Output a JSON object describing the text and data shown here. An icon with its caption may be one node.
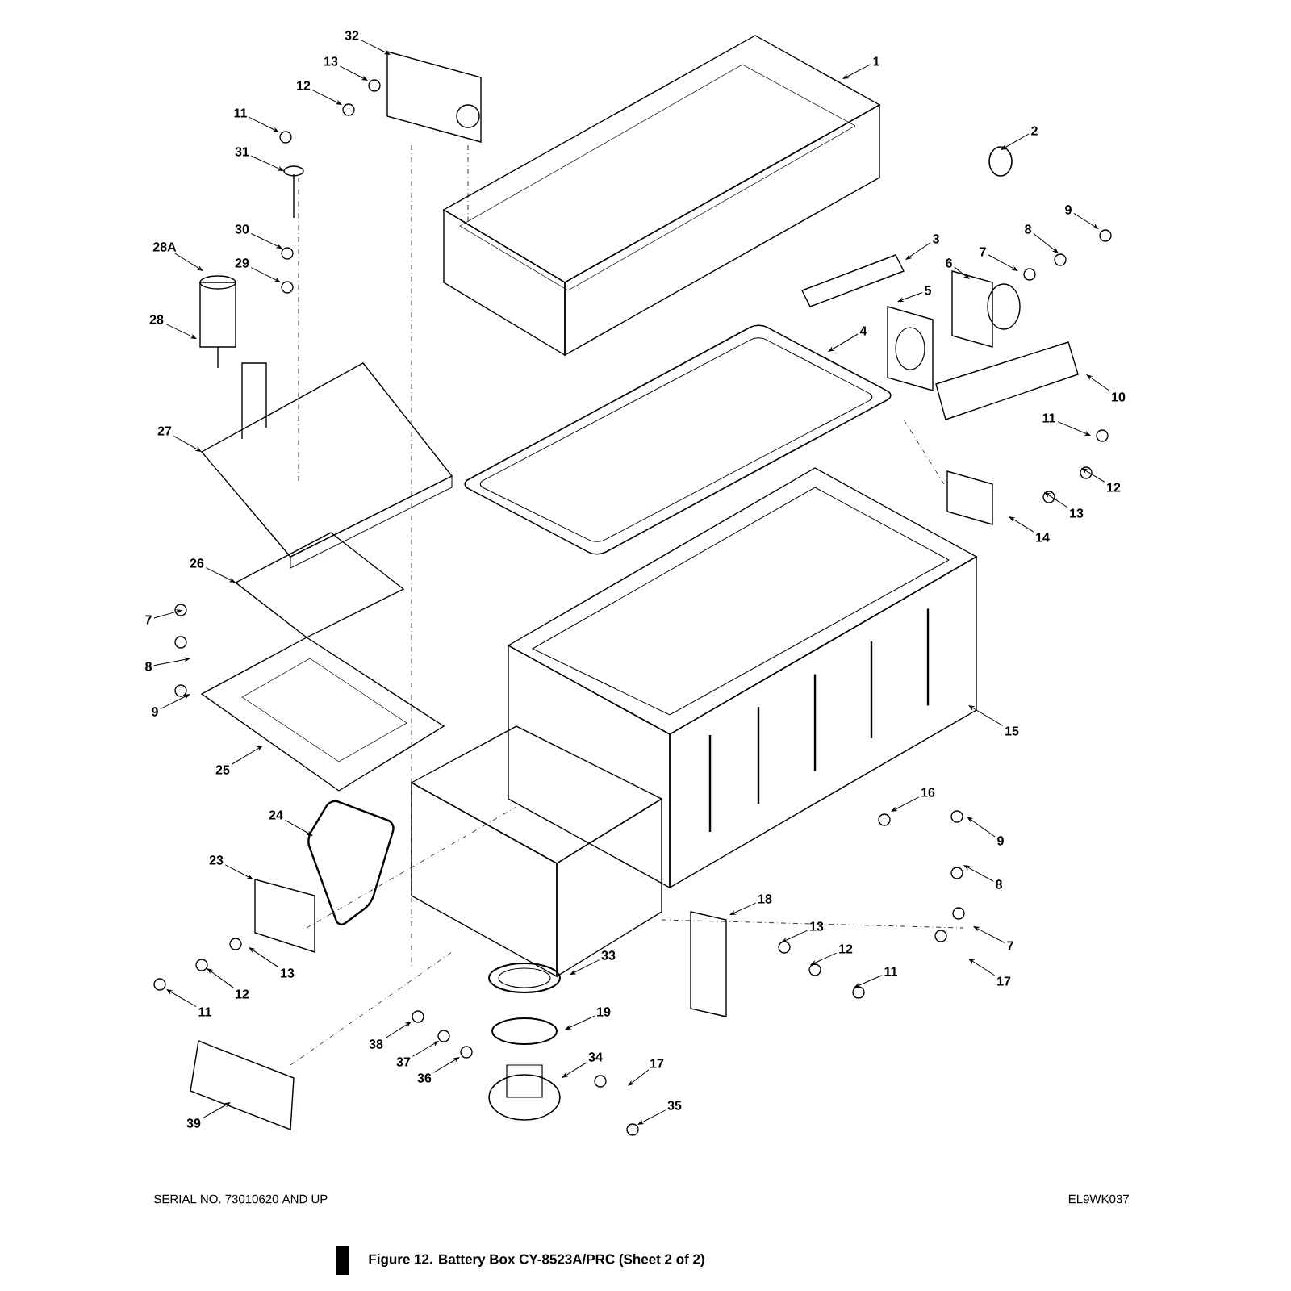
{
  "diagram": {
    "caption": "Figure 12. Battery Box CY-8523A/PRC (Sheet 2 of 2)",
    "nodes": [
      {
        "text": [
          "32"
        ]
      },
      {
        "text": [
          "1"
        ]
      },
      {
        "text": [
          "13"
        ]
      },
      {
        "text": [
          "12"
        ]
      },
      {
        "text": [
          "11"
        ]
      },
      {
        "text": [
          "2"
        ]
      },
      {
        "text": [
          "31"
        ]
      },
      {
        "text": [
          "9"
        ]
      },
      {
        "text": [
          "30"
        ]
      },
      {
        "text": [
          "8"
        ]
      },
      {
        "text": [
          "3"
        ]
      },
      {
        "text": [
          "28A"
        ]
      },
      {
        "text": [
          "7"
        ]
      },
      {
        "text": [
          "6"
        ]
      },
      {
        "text": [
          "29"
        ]
      },
      {
        "text": [
          "5"
        ]
      },
      {
        "text": [
          "28"
        ]
      },
      {
        "text": [
          "4"
        ]
      },
      {
        "text": [
          "10"
        ]
      },
      {
        "text": [
          "11"
        ]
      },
      {
        "text": [
          "27"
        ]
      },
      {
        "text": [
          "12"
        ]
      },
      {
        "text": [
          "13"
        ]
      },
      {
        "text": [
          "14"
        ]
      },
      {
        "text": [
          "26"
        ]
      },
      {
        "text": [
          "7"
        ]
      },
      {
        "text": [
          "8"
        ]
      },
      {
        "text": [
          "9"
        ]
      },
      {
        "text": [
          "15"
        ]
      },
      {
        "text": [
          "25"
        ]
      },
      {
        "text": [
          "16"
        ]
      },
      {
        "text": [
          "24"
        ]
      },
      {
        "text": [
          "9"
        ]
      },
      {
        "text": [
          "23"
        ]
      },
      {
        "text": [
          "8"
        ]
      },
      {
        "text": [
          "18"
        ]
      },
      {
        "text": [
          "13"
        ]
      },
      {
        "text": [
          "7"
        ]
      },
      {
        "text": [
          "12"
        ]
      },
      {
        "text": [
          "33"
        ]
      },
      {
        "text": [
          "13"
        ]
      },
      {
        "text": [
          "11"
        ]
      },
      {
        "text": [
          "17"
        ]
      },
      {
        "text": [
          "12"
        ]
      },
      {
        "text": [
          "19"
        ]
      },
      {
        "text": [
          "11"
        ]
      },
      {
        "text": [
          "38"
        ]
      },
      {
        "text": [
          "34"
        ]
      },
      {
        "text": [
          "37"
        ]
      },
      {
        "text": [
          "17"
        ]
      },
      {
        "text": [
          "36"
        ]
      },
      {
        "text": [
          "35"
        ]
      },
      {
        "text": [
          "39"
        ]
      }
    ],
    "edges": [
      {
        "from": 0,
        "to": null,
        "arrow": "to"
      },
      {
        "from": 1,
        "to": null,
        "arrow": "to"
      },
      {
        "from": 2,
        "to": null,
        "arrow": "to"
      },
      {
        "from": 3,
        "to": null,
        "arrow": "to"
      },
      {
        "from": 4,
        "to": null,
        "arrow": "to"
      },
      {
        "from": 5,
        "to": null,
        "arrow": "to"
      },
      {
        "from": 6,
        "to": null,
        "arrow": "to"
      },
      {
        "from": 7,
        "to": null,
        "arrow": "to"
      },
      {
        "from": 8,
        "to": null,
        "arrow": "to"
      },
      {
        "from": 9,
        "to": null,
        "arrow": "to"
      },
      {
        "from": 10,
        "to": null,
        "arrow": "to"
      },
      {
        "from": 11,
        "to": null,
        "arrow": "to"
      },
      {
        "from": 12,
        "to": null,
        "arrow": "to"
      },
      {
        "from": 13,
        "to": null,
        "arrow": "to"
      },
      {
        "from": 14,
        "to": null,
        "arrow": "to"
      },
      {
        "from": 15,
        "to": null,
        "arrow": "to"
      },
      {
        "from": 16,
        "to": null,
        "arrow": "to"
      },
      {
        "from": 17,
        "to": null,
        "arrow": "to"
      },
      {
        "from": 18,
        "to": null,
        "arrow": "to"
      },
      {
        "from": 19,
        "to": null,
        "arrow": "to"
      },
      {
        "from": 20,
        "to": null,
        "arrow": "to"
      },
      {
        "from": 21,
        "to": null,
        "arrow": "to"
      },
      {
        "from": 22,
        "to": null,
        "arrow": "to"
      },
      {
        "from": 23,
        "to": null,
        "arrow": "to"
      },
      {
        "from": 24,
        "to": null,
        "arrow": "to"
      },
      {
        "from": 25,
        "to": null,
        "arrow": "to"
      },
      {
        "from": 26,
        "to": null,
        "arrow": "to"
      },
      {
        "from": 27,
        "to": null,
        "arrow": "to"
      },
      {
        "from": 28,
        "to": null,
        "arrow": "to"
      },
      {
        "from": 29,
        "to": null,
        "arrow": "to"
      },
      {
        "from": 30,
        "to": null,
        "arrow": "to"
      },
      {
        "from": 31,
        "to": null,
        "arrow": "to"
      },
      {
        "from": 32,
        "to": null,
        "arrow": "to"
      },
      {
        "from": 33,
        "to": null,
        "arrow": "to"
      },
      {
        "from": 34,
        "to": null,
        "arrow": "to"
      },
      {
        "from": 35,
        "to": null,
        "arrow": "to"
      },
      {
        "from": 36,
        "to": null,
        "arrow": "to"
      },
      {
        "from": 37,
        "to": null,
        "arrow": "to"
      },
      {
        "from": 38,
        "to": null,
        "arrow": "to"
      },
      {
        "from": 39,
        "to": null,
        "arrow": "to"
      },
      {
        "from": 40,
        "to": null,
        "arrow": "to"
      },
      {
        "from": 41,
        "to": null,
        "arrow": "to"
      },
      {
        "from": 42,
        "to": null,
        "arrow": "to"
      },
      {
        "from": 43,
        "to": null,
        "arrow": "to"
      },
      {
        "from": 44,
        "to": null,
        "arrow": "to"
      },
      {
        "from": 45,
        "to": null,
        "arrow": "to"
      },
      {
        "from": 46,
        "to": null,
        "arrow": "to"
      },
      {
        "from": 47,
        "to": null,
        "arrow": "to"
      },
      {
        "from": 48,
        "to": null,
        "arrow": "to"
      },
      {
        "from": 49,
        "to": null,
        "arrow": "to"
      },
      {
        "from": 50,
        "to": null,
        "arrow": "to"
      },
      {
        "from": 51,
        "to": null,
        "arrow": "to"
      },
      {
        "from": 52,
        "to": null,
        "arrow": "to"
      }
    ],
    "labels": [
      "SERIAL NO. 73010620 AND UP",
      "EL9WK037"
    ]
  }
}
